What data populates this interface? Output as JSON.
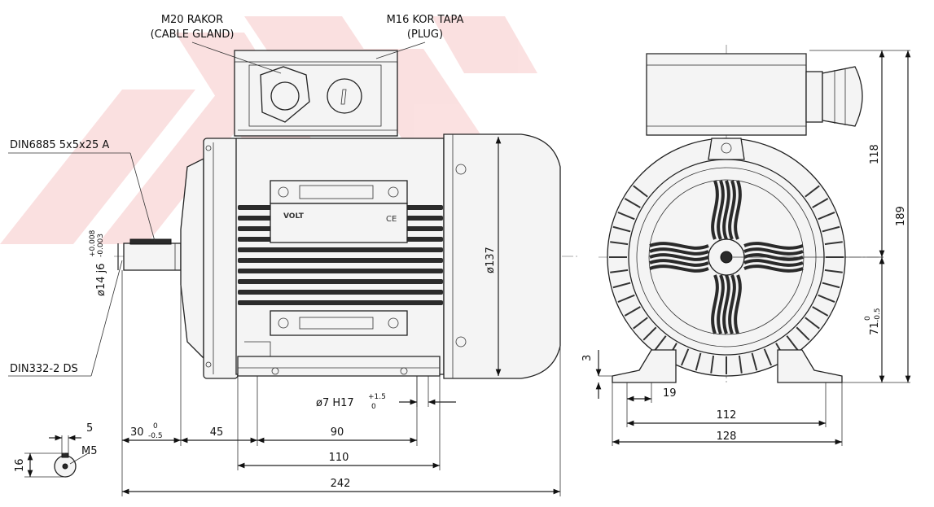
{
  "watermark": {
    "color": "#e8585a"
  },
  "callouts": {
    "cable_gland": {
      "line1": "M20 RAKOR",
      "line2": "(CABLE GLAND)"
    },
    "plug": {
      "line1": "M16 KOR TAPA",
      "line2": "(PLUG)"
    },
    "key": "DIN6885 5x5x25 A",
    "center_hole": "DIN332-2 DS"
  },
  "nameplate": {
    "brand": "VOLT",
    "mark": "CE"
  },
  "dimensions": {
    "shaft_dia": "ø14 j6",
    "shaft_tol_upper": "+0.008",
    "shaft_tol_lower": "-0.003",
    "hub_dia": "ø137",
    "foot_hole": "ø7 H17",
    "foot_hole_tol_upper": "+1.5",
    "foot_hole_tol_lower": "0",
    "shaft_len": "30",
    "shaft_len_tol_upper": "0",
    "shaft_len_tol_lower": "-0.5",
    "d45": "45",
    "d90": "90",
    "d110": "110",
    "d242": "242",
    "key_width": "5",
    "shaft_height_small": "16",
    "thread": "M5",
    "d118": "118",
    "d189": "189",
    "centre_height": "71",
    "centre_height_tol_upper": "0",
    "centre_height_tol_lower": "-0.5",
    "foot_thickness": "3",
    "d19": "19",
    "d112": "112",
    "d128": "128"
  }
}
